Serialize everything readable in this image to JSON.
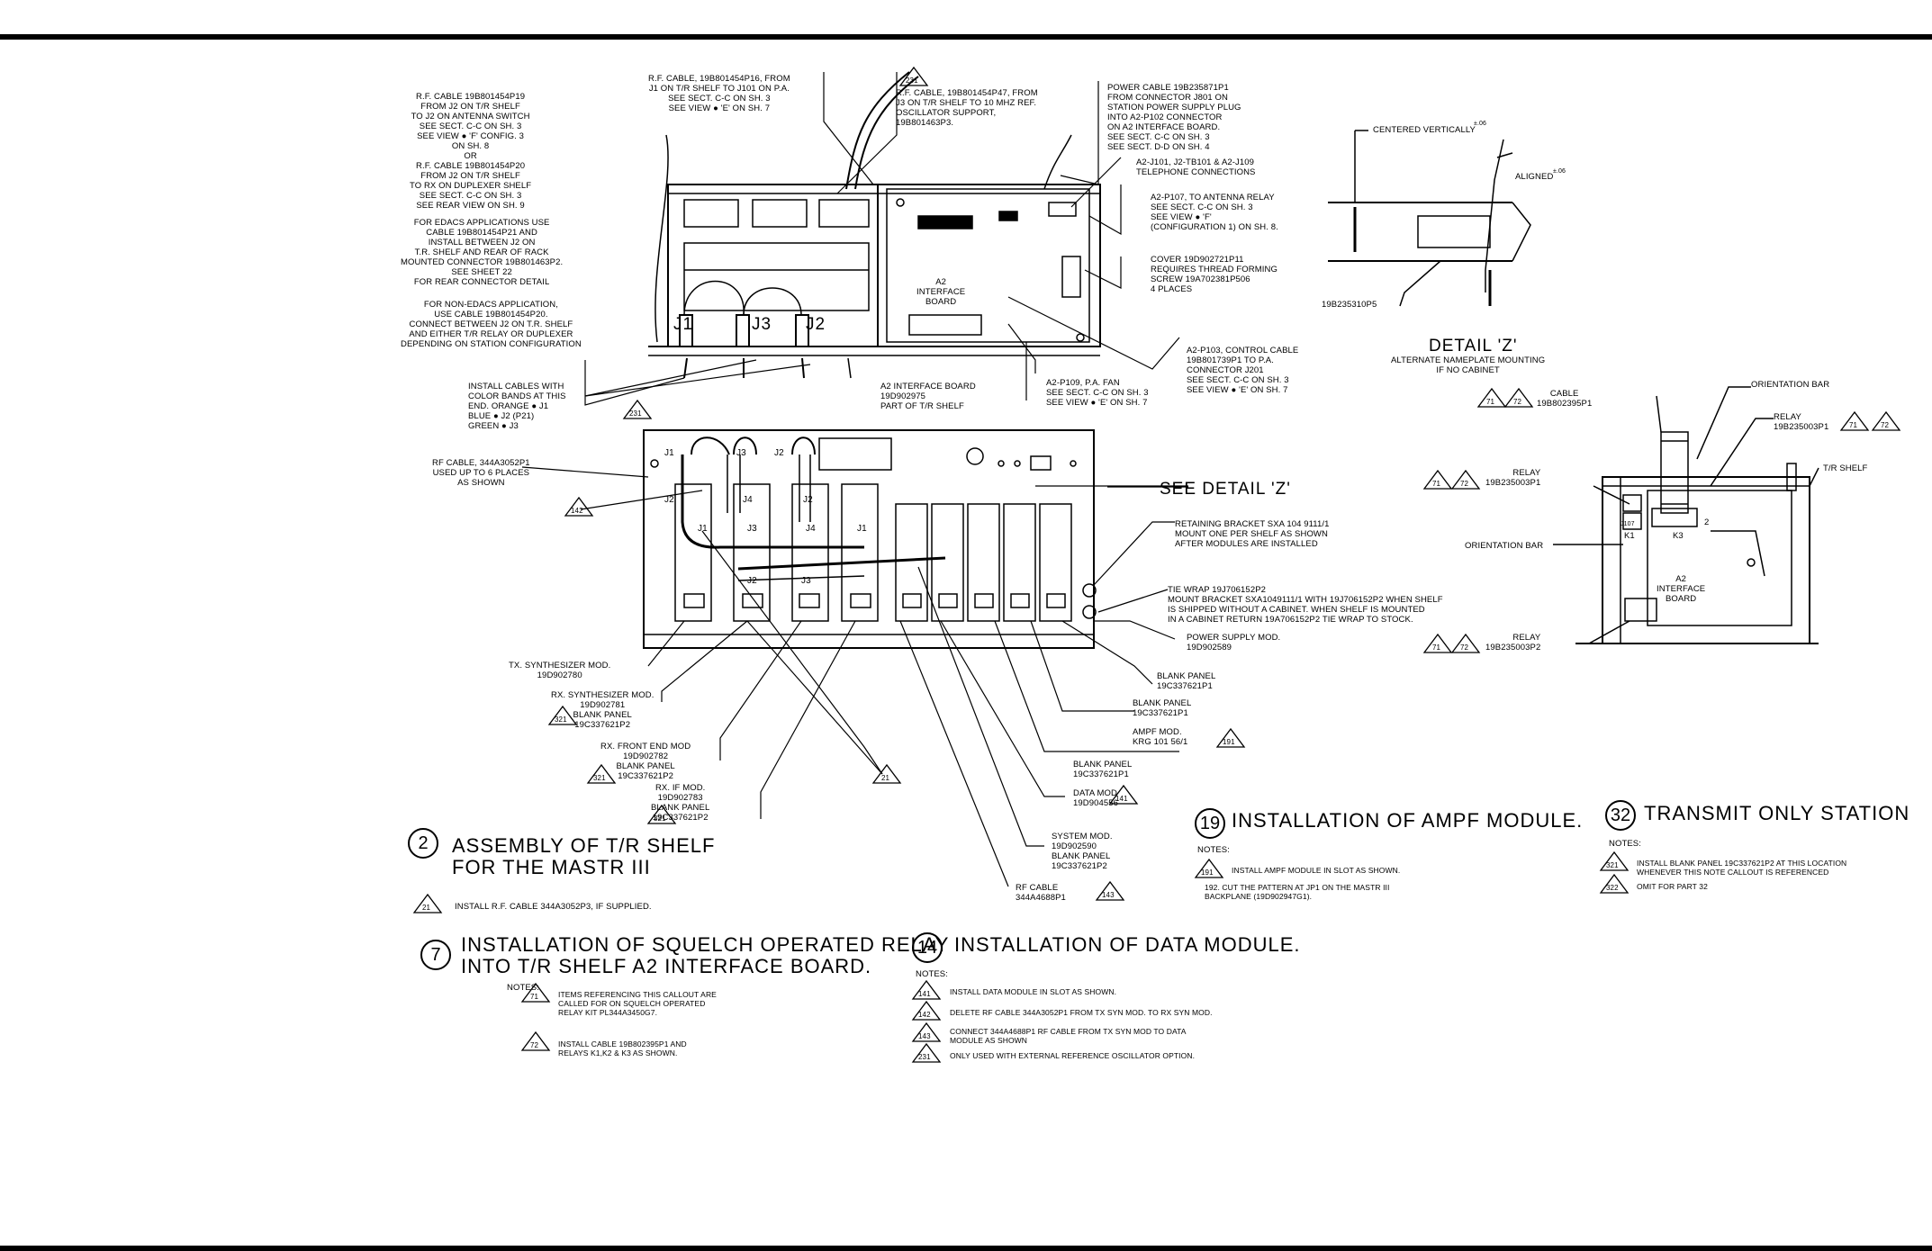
{
  "title": "",
  "callouts_top_left": [
    "R.F. CABLE 19B801454P19\nFROM J2 ON T/R SHELF\nTO J2 ON ANTENNA SWITCH\nSEE SECT. C-C ON SH. 3\nSEE VIEW ● 'F' CONFIG. 3\nON SH. 8\nOR\nR.F. CABLE 19B801454P20\nFROM J2 ON T/R SHELF\nTO RX ON DUPLEXER SHELF\nSEE SECT. C-C ON SH. 3\nSEE REAR VIEW ON SH. 9",
    "FOR EDACS APPLICATIONS USE\nCABLE 19B801454P21 AND\nINSTALL BETWEEN J2 ON\nT.R. SHELF AND REAR OF RACK\nMOUNTED CONNECTOR 19B801463P2.\nSEE SHEET 22\nFOR REAR CONNECTOR DETAIL",
    "FOR NON-EDACS APPLICATION,\nUSE CABLE 19B801454P20.\nCONNECT BETWEEN J2 ON T.R. SHELF\nAND EITHER T/R RELAY OR DUPLEXER\nDEPENDING ON STATION CONFIGURATION"
  ],
  "callout_rf_j1": "R.F. CABLE, 19B801454P16, FROM\nJ1 ON T/R SHELF TO J101 ON P.A.\nSEE SECT. C-C ON SH. 3\nSEE VIEW ● 'E' ON SH. 7",
  "callout_rf_j3": "R.F. CABLE, 19B801454P47, FROM\nJ3 ON T/R SHELF TO 10 MHZ REF.\nOSCILLATOR SUPPORT,\n19B801463P3.",
  "callout_power": "POWER CABLE 19B235871P1\nFROM CONNECTOR J801 ON\nSTATION POWER SUPPLY PLUG\nINTO A2-P102 CONNECTOR\nON A2 INTERFACE BOARD.\nSEE SECT. C-C ON SH. 3\nSEE SECT. D-D ON SH. 4",
  "callout_telephone": "A2-J101, J2-TB101 & A2-J109\nTELEPHONE CONNECTIONS",
  "callout_antenna_relay": "A2-P107, TO ANTENNA RELAY\nSEE SECT. C-C ON SH. 3\nSEE VIEW ● 'F'\n(CONFIGURATION 1) ON SH. 8.",
  "callout_cover": "COVER 19D902721P11\nREQUIRES THREAD FORMING\nSCREW 19A702381P506\n4 PLACES",
  "callout_control": "A2-P103, CONTROL CABLE\n19B801739P1 TO P.A.\nCONNECTOR J201\nSEE SECT. C-C ON SH. 3\nSEE VIEW ● 'E' ON SH. 7",
  "callout_fan": "A2-P109, P.A. FAN\nSEE SECT. C-C ON SH. 3\nSEE VIEW ● 'E' ON SH. 7",
  "callout_interface": "A2 INTERFACE BOARD\n19D902975\nPART OF T/R SHELF",
  "callout_colorbands": "INSTALL CABLES WITH\nCOLOR BANDS AT THIS\nEND. ORANGE ● J1\nBLUE ● J2 (P21)\nGREEN ● J3",
  "callout_rfcable_344": "RF CABLE, 344A3052P1\nUSED UP TO 6 PLACES\nAS SHOWN",
  "board_label": "A2\nINTERFACE\nBOARD",
  "jack_labels": [
    "J1",
    "J3",
    "J2"
  ],
  "front_jacks": [
    "J1",
    "J3",
    "J2",
    "J2",
    "J4",
    "J2",
    "J1",
    "J3",
    "J4",
    "J1",
    "J2",
    "J3"
  ],
  "see_detail": "SEE DETAIL 'Z'",
  "callout_retaining": "RETAINING BRACKET SXA 104 9111/1\nMOUNT ONE PER SHELF AS SHOWN\nAFTER MODULES ARE INSTALLED",
  "callout_tiewrap": "TIE WRAP 19J706152P2\nMOUNT BRACKET SXA1049111/1 WITH 19J706152P2 WHEN SHELF\nIS SHIPPED WITHOUT A CABINET. WHEN SHELF IS MOUNTED\nIN A CABINET RETURN 19A706152P2 TIE WRAP TO STOCK.",
  "callout_psu": "POWER SUPPLY MOD.\n19D902589",
  "callout_blank1": "BLANK PANEL\n19C337621P1",
  "callout_blank2": "BLANK PANEL\n19C337621P1",
  "callout_ampf": "AMPF MOD.\nKRG 101 56/1",
  "callout_blank3": "BLANK PANEL\n19C337621P1",
  "callout_data": "DATA MOD\n19D904556",
  "callout_system": "SYSTEM MOD.\n19D902590\nBLANK PANEL\n19C337621P2",
  "callout_rfcable_344a": "RF CABLE\n344A4688P1",
  "callout_tx_synth": "Tx. SYNTHESIZER MOD.\n19D902780",
  "callout_rx_synth": "Rx. SYNTHESIZER MOD.\n19D902781\nBLANK PANEL\n19C337621P2",
  "callout_rx_front": "Rx. FRONT END MOD\n19D902782\nBLANK PANEL\n19C337621P2",
  "callout_rx_if": "Rx. IF MOD.\n19D902783\nBLANK PANEL\n19C337621P2",
  "tri_labels": {
    "t231": "231",
    "t321": "321",
    "t142": "142",
    "t191": "191",
    "t141": "141",
    "t143": "143",
    "t21": "21",
    "t71": "71",
    "t72": "72",
    "t322": "322"
  },
  "detail_z": {
    "centered": "CENTERED VERTICALLY",
    "centered_tol": "±.06",
    "aligned": "ALIGNED",
    "aligned_tol": "±.06",
    "part": "19B235310P5",
    "title": "DETAIL 'Z'",
    "subtitle": "ALTERNATE NAMEPLATE MOUNTING\nIF NO CABINET"
  },
  "relay_view": {
    "cable": "CABLE\n19B802395P1",
    "orientation_bar_top": "ORIENTATION BAR",
    "relay_top": "RELAY\n19B235003P1",
    "relay_left": "RELAY\n19B235003P1",
    "tr_shelf": "T/R SHELF",
    "orientation_bar_left": "ORIENTATION BAR",
    "relay_bottom": "RELAY\n19B235003P2",
    "k1": "K1",
    "k2": "2",
    "k3": "K3",
    "j107": "J107",
    "board": "A2\nINTERFACE\nBOARD"
  },
  "section2": {
    "num": "2",
    "title": "ASSEMBLY OF T/R SHELF\nFOR THE MASTR III",
    "note": "INSTALL R.F. CABLE 344A3052P3, IF SUPPLIED."
  },
  "section7": {
    "num": "7",
    "title": "INSTALLATION OF SQUELCH OPERATED RELAY\nINTO T/R SHELF A2 INTERFACE BOARD.",
    "notes_label": "NOTES:",
    "note71": "ITEMS REFERENCING THIS CALLOUT ARE\nCALLED FOR ON SQUELCH OPERATED\nRELAY KIT PL344A3450G7.",
    "note72": "INSTALL CABLE 19B802395P1 AND\nRELAYS K1,K2 & K3 AS SHOWN."
  },
  "section14": {
    "num": "14",
    "title": "INSTALLATION OF DATA MODULE.",
    "notes_label": "NOTES:",
    "n141": "INSTALL DATA MODULE IN SLOT AS SHOWN.",
    "n142": "DELETE RF CABLE 344A3052P1 FROM TX SYN MOD. TO RX SYN MOD.",
    "n143": "CONNECT 344A4688P1 RF CABLE FROM TX SYN MOD TO DATA\nMODULE AS SHOWN",
    "n231": "ONLY USED WITH EXTERNAL REFERENCE OSCILLATOR OPTION."
  },
  "section19": {
    "num": "19",
    "title": "INSTALLATION OF AMPF MODULE.",
    "notes_label": "NOTES:",
    "n191": "INSTALL AMPF MODULE IN SLOT AS SHOWN.",
    "n192": "192. CUT THE PATTERN AT JP1 ON THE MASTR III\nBACKPLANE (19D902947G1)."
  },
  "section32": {
    "num": "32",
    "title": "TRANSMIT ONLY STATION",
    "notes_label": "NOTES:",
    "n321": "INSTALL BLANK PANEL 19C337621P2 AT THIS LOCATION\nWHENEVER THIS NOTE CALLOUT IS REFERENCED",
    "n322": "OMIT FOR PART 32"
  }
}
